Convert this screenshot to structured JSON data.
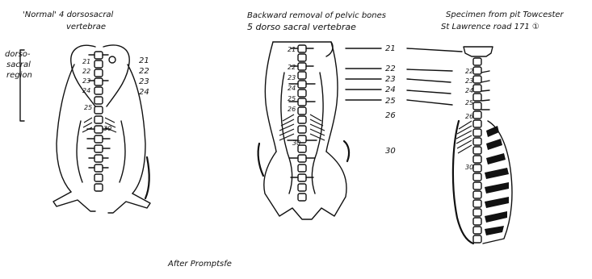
{
  "labels": {
    "left_title_line1": "'Normal' 4 dorsosacral",
    "left_title_line2": "vertebrae",
    "region_line1": "dorso-",
    "region_line2": "sacral",
    "region_line3": "region",
    "middle_title_line1": "Backward removal of pelvic bones",
    "middle_title_line2": "5 dorso sacral vertebrae",
    "right_title_line1": "Specimen from pit Towcester",
    "right_title_line2": "St Lawrence road 171 ①",
    "signature": "After Promptsfe"
  },
  "left_numbers": [
    "21",
    "22",
    "23",
    "24"
  ],
  "left_vertebra_marks": [
    "21",
    "22",
    "23",
    "24",
    "25",
    "30"
  ],
  "middle_vertebra_marks": [
    "21",
    "22",
    "23",
    "24",
    "25",
    "26",
    "30"
  ],
  "right_vertebra_marks": [
    "22",
    "23",
    "24",
    "25",
    "26",
    "30"
  ],
  "middle_numbers": [
    "21",
    "22",
    "23",
    "24",
    "25",
    "26",
    "30"
  ]
}
